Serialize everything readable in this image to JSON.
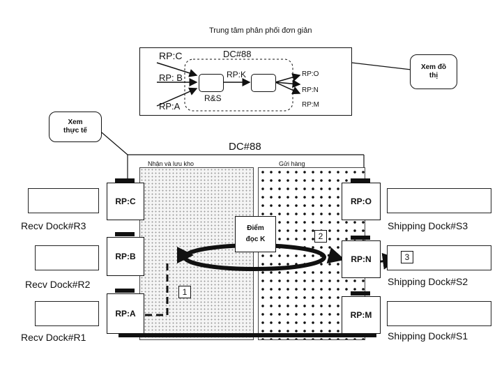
{
  "title": "Trung tâm phân phối đơn giản",
  "overview": {
    "dc_label": "DC#88",
    "inputs": [
      "RP:C",
      "RP: B",
      "RP:A"
    ],
    "transfer": "RP:K",
    "node_label": "R&S",
    "outputs": [
      "RP:O",
      "RP:N",
      "RP:M"
    ]
  },
  "callouts": {
    "graph": "Xem đồ thị",
    "actual": "Xem thực tế"
  },
  "facility": {
    "dc_label": "DC#88",
    "receive_zone": "Nhận và lưu kho",
    "ship_zone": "Gửi hàng",
    "read_point": "Điểm đọc K",
    "left_points": [
      "RP:C",
      "RP:B",
      "RP:A"
    ],
    "right_points": [
      "RP:O",
      "RP:N",
      "RP:M"
    ],
    "recv_docks": [
      "Recv Dock#R3",
      "Recv Dock#R2",
      "Recv Dock#R1"
    ],
    "ship_docks": [
      "Shipping Dock#S3",
      "Shipping Dock#S2",
      "Shipping Dock#S1"
    ],
    "steps": [
      "1",
      "2",
      "3"
    ]
  }
}
